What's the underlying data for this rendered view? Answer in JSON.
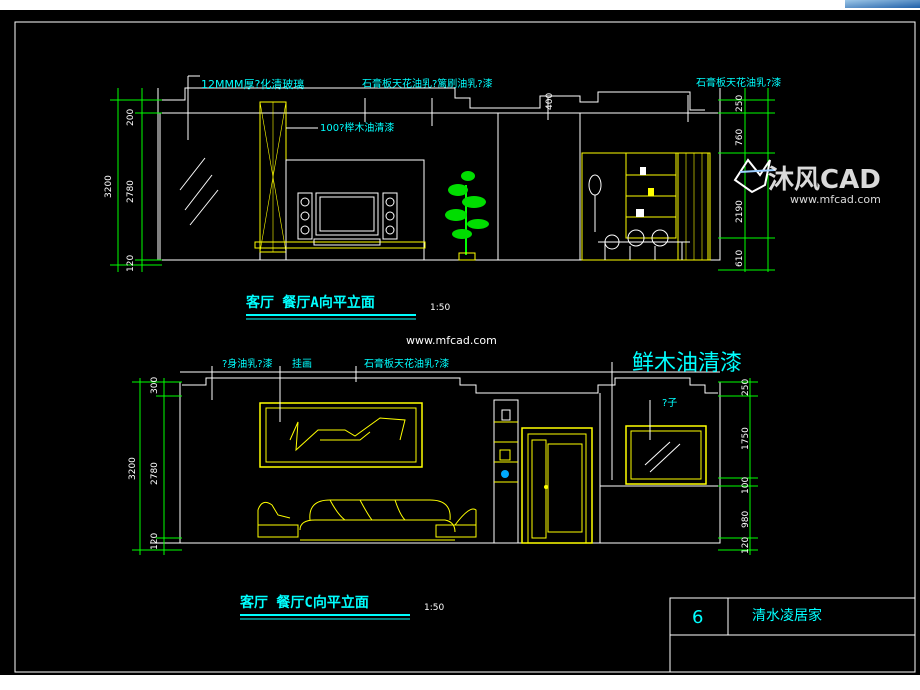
{
  "colors": {
    "background": "#000000",
    "line": "#ffffff",
    "accent": "#ffff00",
    "dimension": "#00ff00",
    "label": "#00ffff",
    "title": "#00ffff"
  },
  "icons": {
    "corner_logo": "blue-gradient-corner-icon",
    "watermark_logo": "mfcad-bird-logo-icon"
  },
  "watermark": {
    "brand": "沐风CAD",
    "url": "www.mfcad.com"
  },
  "center_watermark": "www.mfcad.com",
  "elevation_a": {
    "title": "客厅  餐厅A向平立面",
    "scale": "1:50",
    "labels": {
      "glass": "12MMM厚?化清玻璃",
      "ceiling": "石膏板天花油乳?篱刷油乳?漆",
      "wood": "100?榉木油清漆",
      "right_ceiling": "石膏板天花油乳?漆"
    },
    "dims_left": {
      "top": "200",
      "mid": "2780",
      "bot": "120",
      "total": "3200"
    },
    "dims_right": {
      "a": "250",
      "b": "760",
      "c": "2190",
      "d": "610"
    },
    "dim_top": "400"
  },
  "elevation_c": {
    "title": "客厅  餐厅C向平立面",
    "scale": "1:50",
    "labels": {
      "wall_paint": "?身油乳?漆",
      "wall_paper": "挂画",
      "ceiling": "石膏板天花油乳?漆",
      "big_note": "鲜木油清漆",
      "mirror": "?子"
    },
    "dims_left": {
      "top": "300",
      "mid": "2780",
      "bot": "120",
      "total": "3200"
    },
    "dims_right": {
      "a": "250",
      "b": "1750",
      "c": "100",
      "d": "980",
      "e": "120"
    }
  },
  "title_block": {
    "sheet_no": "6",
    "project": "清水凌居家"
  }
}
